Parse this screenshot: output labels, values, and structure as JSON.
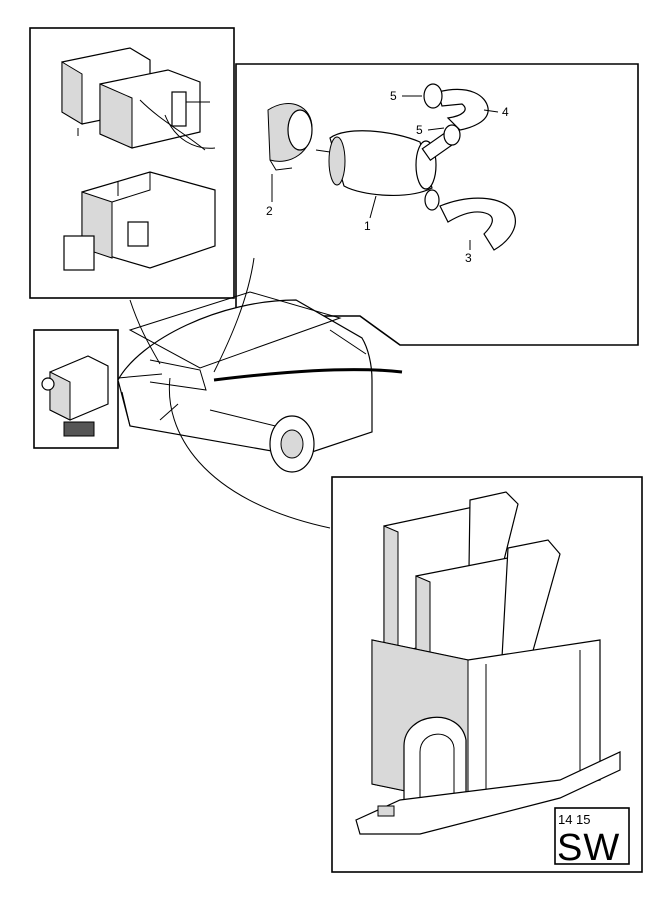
{
  "callouts": {
    "label_1": "1",
    "label_2": "2",
    "label_3": "3",
    "label_4": "4",
    "label_5a": "5",
    "label_5b": "5"
  },
  "corner_box": {
    "number_left": "14",
    "number_right": "15",
    "code": "SW"
  },
  "colors": {
    "ink": "#000000",
    "paper": "#ffffff",
    "shade": "#d9d9d9"
  }
}
